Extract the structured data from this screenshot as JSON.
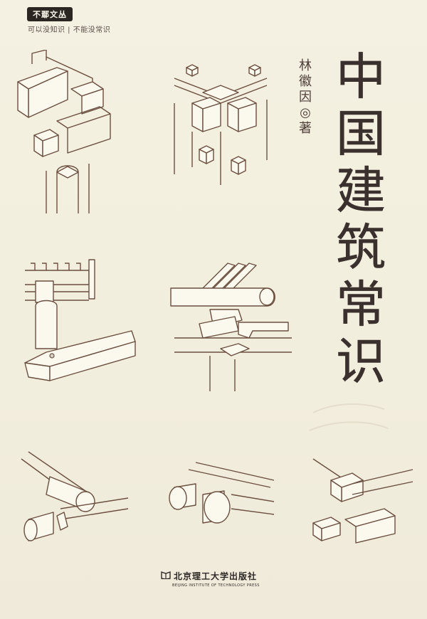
{
  "series": {
    "badge": "不鄢文丛",
    "tagline": "可以没知识 | 不能没常识"
  },
  "book": {
    "title_chars": [
      "中",
      "国",
      "建",
      "筑",
      "常",
      "识"
    ],
    "author_chars": [
      "林",
      "徽",
      "因",
      "◎",
      "著"
    ]
  },
  "publisher": {
    "name_cn": "北京理工大学出版社",
    "name_en": "BEIJING INSTITUTE OF TECHNOLOGY PRESS",
    "logo_icon": "book-logo-icon"
  },
  "colors": {
    "background": "#f3efdf",
    "line_art": "#6b4f40",
    "title": "#3a302d",
    "badge_bg": "#2b2622"
  },
  "illustrations": [
    "timber-joint-icon",
    "corner-bracket-joint-icon",
    "rafter-beam-joint-icon",
    "purlin-bracket-joint-icon",
    "round-beam-crossing-icon",
    "cylinder-beam-crossing-icon",
    "block-tenon-joint-icon"
  ]
}
